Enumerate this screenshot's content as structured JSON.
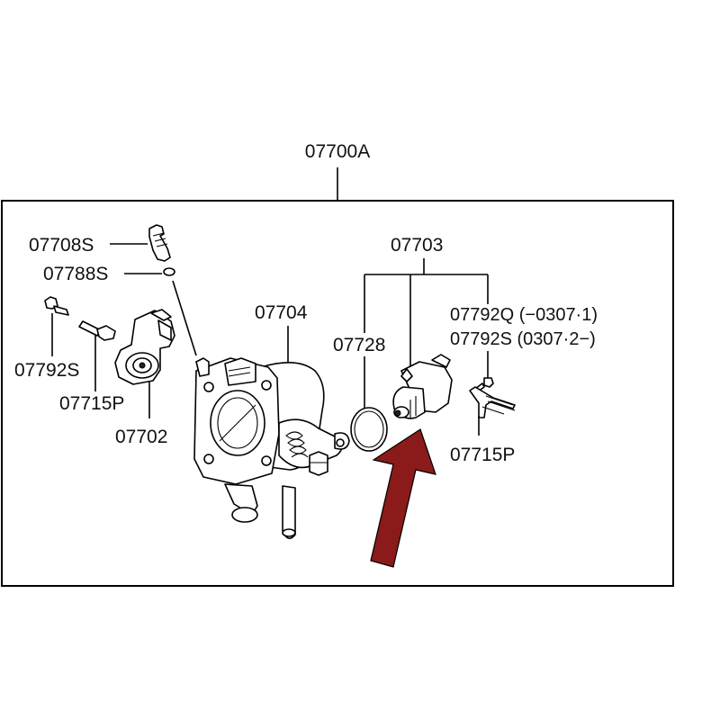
{
  "diagram": {
    "assembly_label": "07700A",
    "labels": {
      "p07708S": "07708S",
      "p07788S": "07788S",
      "p07792S_left": "07792S",
      "p07715P_left": "07715P",
      "p07702": "07702",
      "p07704": "07704",
      "p07703": "07703",
      "p07728": "07728",
      "p07792Q": "07792Q (−0307·1)",
      "p07792S_right": "07792S (0307·2−)",
      "p07715P_right": "07715P"
    },
    "colors": {
      "line": "#000000",
      "background": "#ffffff",
      "highlight_arrow": "#8b1a1a"
    },
    "icons": {
      "highlight": "arrow-pointer-icon"
    }
  }
}
